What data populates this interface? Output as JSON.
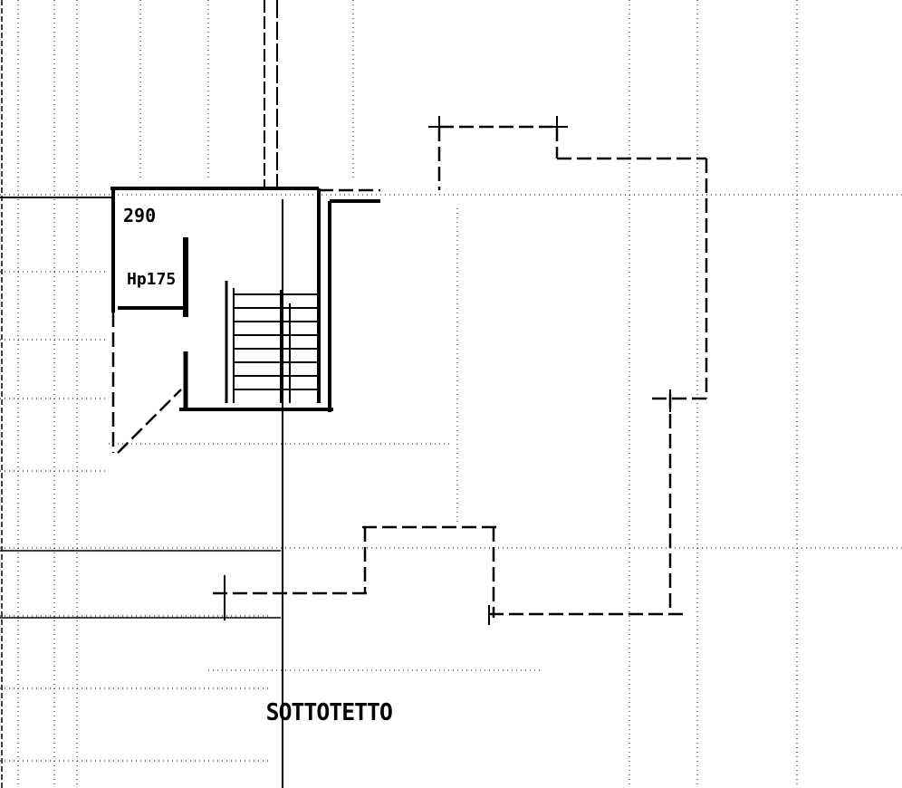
{
  "plan": {
    "room_label": "SOTTOTETTO",
    "dimension_label_top": "290",
    "height_label": "Hp175"
  },
  "colors": {
    "line": "#000000",
    "background": "#ffffff"
  }
}
